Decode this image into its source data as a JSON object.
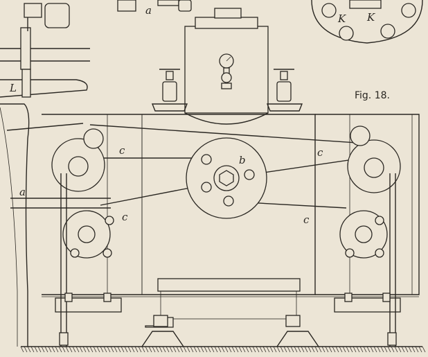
{
  "figure": {
    "caption": "Fig. 18."
  },
  "labels": {
    "a_left": "a",
    "a_top": "a",
    "b": "b",
    "c1": "c",
    "c2": "c",
    "c3": "c",
    "c4": "c",
    "L": "L",
    "K1": "K",
    "K2": "K"
  },
  "colors": {
    "paper": "#ece5d6",
    "ink": "#2a2722"
  }
}
